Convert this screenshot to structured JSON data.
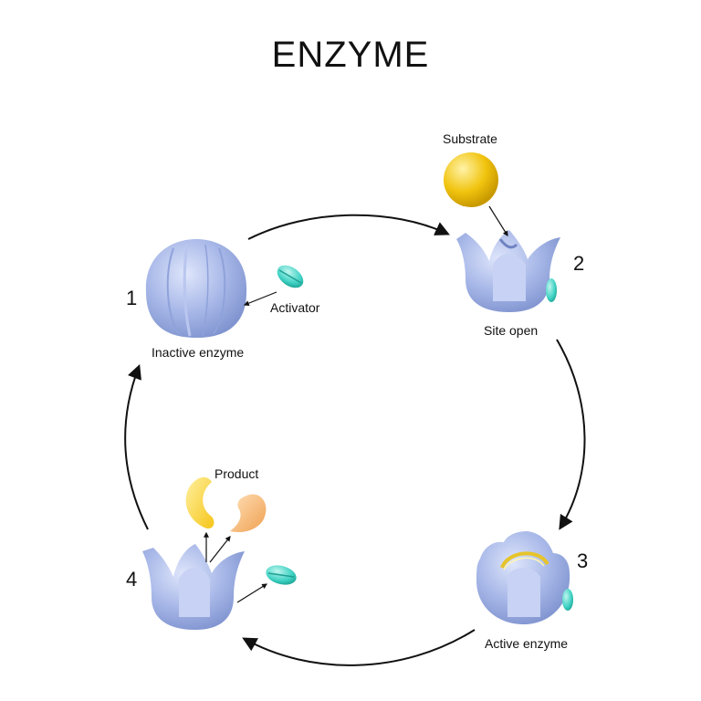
{
  "title": "ENZYME",
  "stages": [
    {
      "number": "1",
      "label": "Inactive enzyme"
    },
    {
      "number": "2",
      "label": "Site open"
    },
    {
      "number": "3",
      "label": "Active enzyme"
    },
    {
      "number": "4",
      "label": ""
    }
  ],
  "molecules": {
    "activator": "Activator",
    "substrate": "Substrate",
    "product": "Product"
  },
  "colors": {
    "enzyme": "#a8b8e8",
    "enzyme_shadow": "#7f93cf",
    "activator": "#3fd2c4",
    "substrate": "#f1c40f",
    "product_yellow": "#f5c518",
    "product_orange": "#f5b06a",
    "arrow": "#111111"
  }
}
